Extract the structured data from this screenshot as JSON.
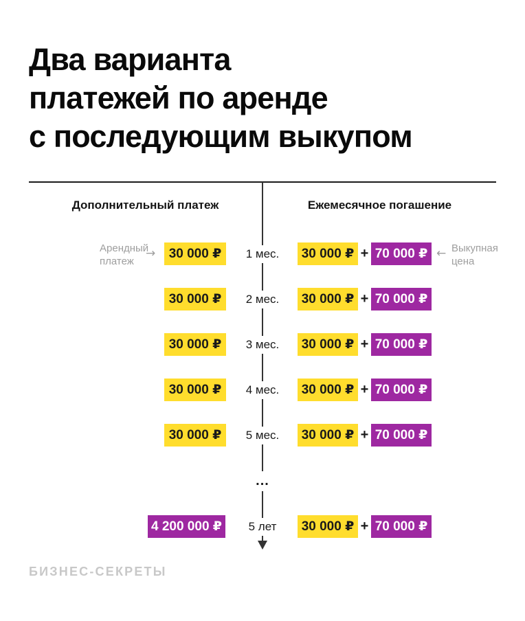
{
  "title": {
    "lines": [
      "Два варианта",
      "платежей по аренде",
      "с последующим выкупом"
    ]
  },
  "columns": {
    "left_header": "Дополнительный платеж",
    "right_header": "Ежемесячное погашение"
  },
  "annotations": {
    "rent": {
      "lines": [
        "Арендный",
        "платеж"
      ],
      "arrow": "→"
    },
    "buyout": {
      "lines": [
        "Выкупная",
        "цена"
      ],
      "arrow": "←"
    }
  },
  "rows": [
    {
      "period": "1 мес.",
      "left_payment": "30 000 ₽",
      "rent": "30 000 ₽",
      "plus": "+",
      "buyout": "70 000 ₽"
    },
    {
      "period": "2 мес.",
      "left_payment": "30 000 ₽",
      "rent": "30 000 ₽",
      "plus": "+",
      "buyout": "70 000 ₽"
    },
    {
      "period": "3 мес.",
      "left_payment": "30 000 ₽",
      "rent": "30 000 ₽",
      "plus": "+",
      "buyout": "70 000 ₽"
    },
    {
      "period": "4 мес.",
      "left_payment": "30 000 ₽",
      "rent": "30 000 ₽",
      "plus": "+",
      "buyout": "70 000 ₽"
    },
    {
      "period": "5 мес.",
      "left_payment": "30 000 ₽",
      "rent": "30 000 ₽",
      "plus": "+",
      "buyout": "70 000 ₽"
    }
  ],
  "ellipsis": "...",
  "total_row": {
    "period": "5 лет",
    "left_total": "4 200 000 ₽",
    "rent": "30 000 ₽",
    "plus": "+",
    "buyout": "70 000 ₽"
  },
  "colors": {
    "yellow": "#FFDD2D",
    "purple": "#9E28A1",
    "annotation_gray": "#9E9E9E",
    "logo_gray": "#C8C8C8",
    "line": "#333333"
  },
  "footer": {
    "logo": "БИЗНЕС-СЕКРЕТЫ"
  }
}
